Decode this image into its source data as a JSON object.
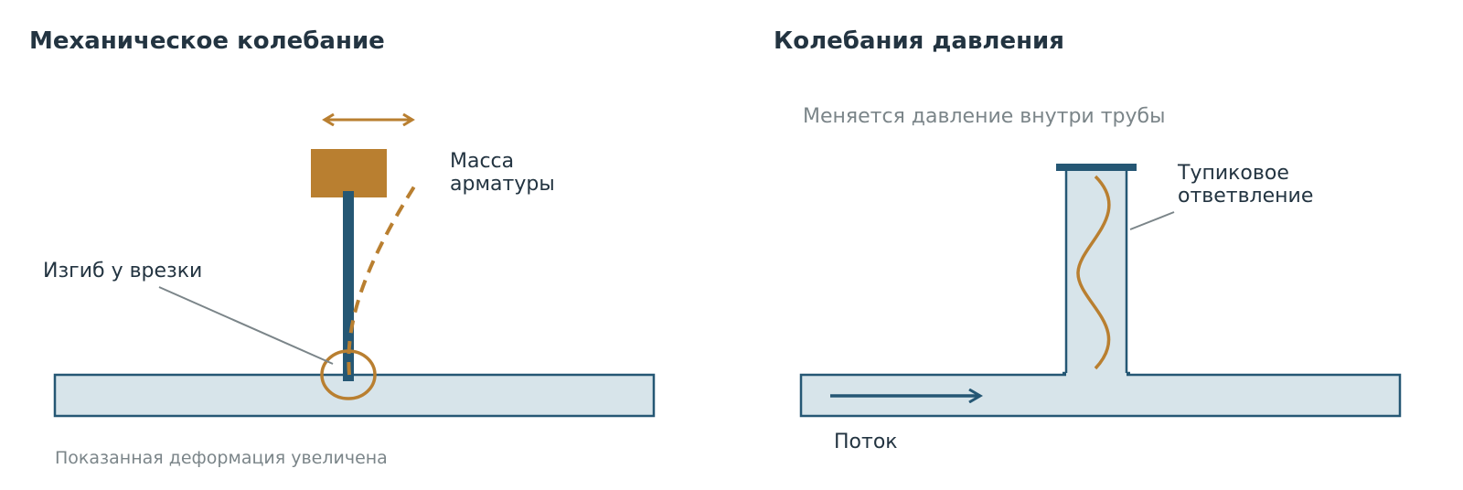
{
  "colors": {
    "dark_blue": "#255774",
    "accent": "#b97f30",
    "pipe_fill": "#d7e4ea",
    "text": "#233441",
    "muted": "#7b8589",
    "leader": "#7b8589"
  },
  "left_panel": {
    "title": "Механическое колебание",
    "mass_label": [
      "Масса",
      "арматуры"
    ],
    "bend_label": "Изгиб у врезки",
    "footnote": "Показанная деформация увеличена"
  },
  "right_panel": {
    "title": "Колебания давления",
    "subtitle": "Меняется давление внутри трубы",
    "branch_label": [
      "Тупиковое",
      "ответвление"
    ],
    "flow_label": "Поток"
  }
}
